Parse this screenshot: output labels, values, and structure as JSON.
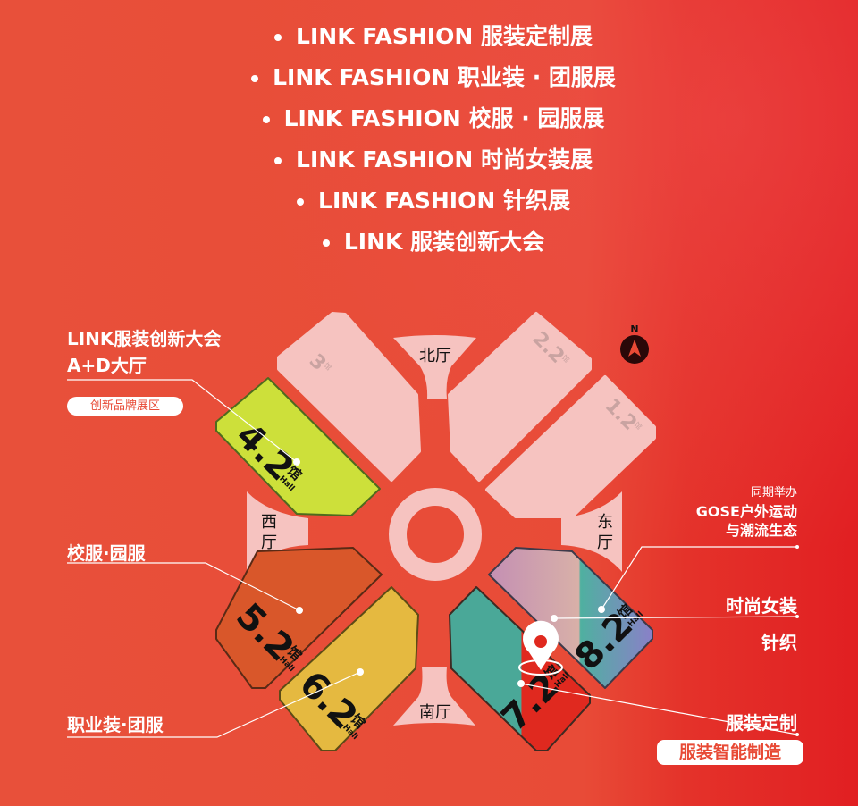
{
  "titles": [
    "LINK FASHION 服装定制展",
    "LINK FASHION 职业装 · 团服展",
    "LINK FASHION 校服 · 园服展",
    "LINK FASHION 时尚女装展",
    "LINK FASHION 针织展",
    "LINK 服装创新大会"
  ],
  "map": {
    "compass": "N",
    "lobbies": {
      "north": "北厅",
      "south": "南厅",
      "west": [
        "西",
        "厅"
      ],
      "east": [
        "东",
        "厅"
      ]
    },
    "halls": [
      {
        "id": "3",
        "num": "3",
        "suffix": "馆",
        "color": "#f6c3c0"
      },
      {
        "id": "2.2",
        "num": "2.2",
        "suffix": "馆",
        "color": "#f6c3c0"
      },
      {
        "id": "1.2",
        "num": "1.2",
        "suffix": "馆",
        "color": "#f6c3c0"
      },
      {
        "id": "4.2",
        "num": "4.2",
        "suffix": "馆",
        "hall": "Hall",
        "color": "#cde03a"
      },
      {
        "id": "5.2",
        "num": "5.2",
        "suffix": "馆",
        "hall": "Hall",
        "color": "#d9572a"
      },
      {
        "id": "6.2",
        "num": "6.2",
        "suffix": "馆",
        "hall": "Hall",
        "color": "#e5b940"
      },
      {
        "id": "7.2",
        "num": "7.2",
        "suffix": "馆",
        "hall": "Hall",
        "color": "#4aa898"
      },
      {
        "id": "8.2",
        "num": "8.2",
        "suffix": "馆",
        "hall": "Hall",
        "color": "#c896b0"
      }
    ]
  },
  "labels": {
    "innovation_title": "LINK服装创新大会",
    "innovation_hall": "A+D大厅",
    "innovation_pill": "创新品牌展区",
    "school": "校服·园服",
    "work": "职业装·团服",
    "concurrent": "同期举办",
    "gose1": "GOSE户外运动",
    "gose2": "与潮流生态",
    "women": "时尚女装",
    "knit": "针织",
    "custom": "服装定制",
    "custom_pill": "服装智能制造"
  }
}
